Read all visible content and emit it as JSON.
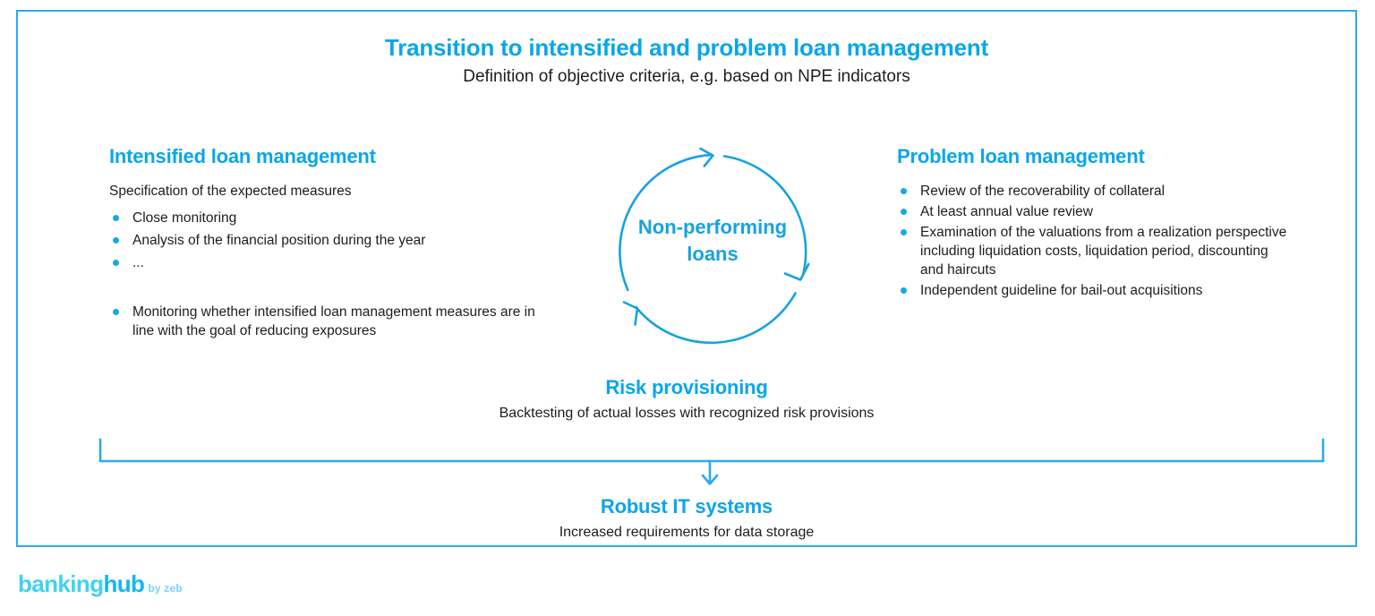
{
  "colors": {
    "accent_blue": "#0aa6e8",
    "frame_blue": "#2cabe8",
    "bullet_blue": "#17a9e6",
    "cycle_blue": "#17a2e0",
    "text_black": "#1d1d1b",
    "logo_banking": "#3fd2f2",
    "logo_hub": "#12b6ef",
    "logo_byzeb": "#72d7f3"
  },
  "top": {
    "title": "Transition to intensified and problem loan management",
    "subtitle": "Definition of objective criteria, e.g. based on NPE indicators"
  },
  "left_column": {
    "title": "Intensified loan management",
    "lead": "Specification of the expected measures",
    "bullets": [
      "Close monitoring",
      "Analysis of the financial position during the year",
      "..."
    ],
    "bullets_second_group": [
      "Monitoring whether intensified loan management measures are in line with the goal of reducing exposures"
    ]
  },
  "cycle": {
    "label_line1": "Non-performing",
    "label_line2": "loans",
    "arrow_count": 3,
    "direction": "clockwise"
  },
  "right_column": {
    "title": "Problem loan management",
    "bullets": [
      "Review of the recoverability of collateral",
      "At least annual value review",
      "Examination of the valuations from a realization perspective including liquidation costs, liquidation period, discounting and haircuts",
      "Independent guideline for bail-out acquisitions"
    ]
  },
  "risk": {
    "title": "Risk provisioning",
    "subtitle": "Backtesting of actual losses with recognized risk provisions"
  },
  "it": {
    "title": "Robust IT systems",
    "subtitle": "Increased requirements for data storage"
  },
  "logo": {
    "part1": "banking",
    "part2": "hub",
    "part3": "by zeb"
  }
}
